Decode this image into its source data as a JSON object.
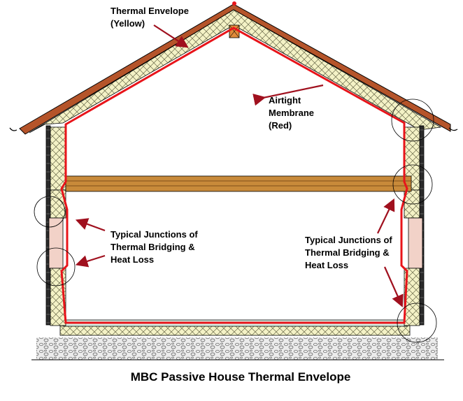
{
  "labels": {
    "thermal_envelope": [
      "Thermal Envelope",
      "(Yellow)"
    ],
    "airtight": [
      "Airtight",
      "Membrane",
      "(Red)"
    ],
    "junctions_left": [
      "Typical Junctions of",
      "Thermal Bridging &",
      "Heat Loss"
    ],
    "junctions_right": [
      "Typical Junctions of",
      "Thermal Bridging &",
      "Heat Loss"
    ]
  },
  "caption": "MBC Passive House Thermal Envelope",
  "colors": {
    "insulation": "#f4f2c6",
    "membrane": "#e8141a",
    "arrow": "#a0101e",
    "roof_tile": "#b5542a",
    "floor_joist": "#c88a3a",
    "window": "#f2d2c8",
    "slab": "#d8f0e4",
    "gravel": "#ececec"
  }
}
